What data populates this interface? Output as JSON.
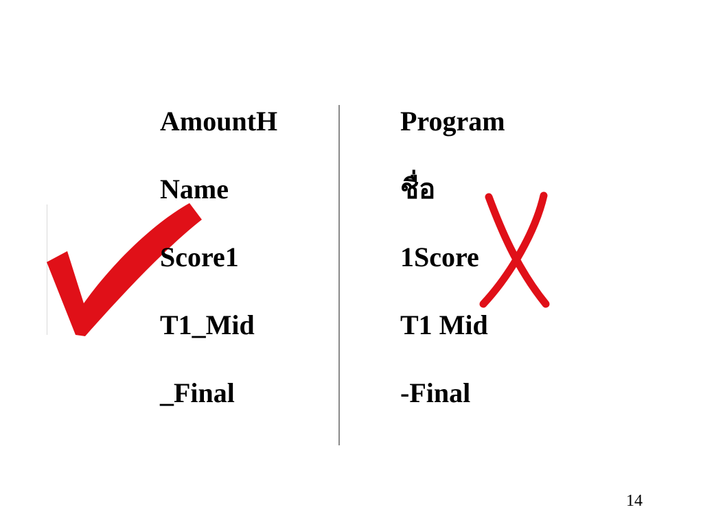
{
  "valid_names": [
    "AmountH",
    "Name",
    "Score1",
    "T1_Mid",
    "_Final"
  ],
  "invalid_names": [
    "Program",
    "ชื่อ",
    "1Score",
    "T1 Mid",
    "-Final"
  ],
  "icons": {
    "valid": "checkmark-icon",
    "invalid": "cross-icon"
  },
  "colors": {
    "mark": "#e01018",
    "divider": "#8a8a8a",
    "text": "#000000"
  },
  "page_number": "14"
}
